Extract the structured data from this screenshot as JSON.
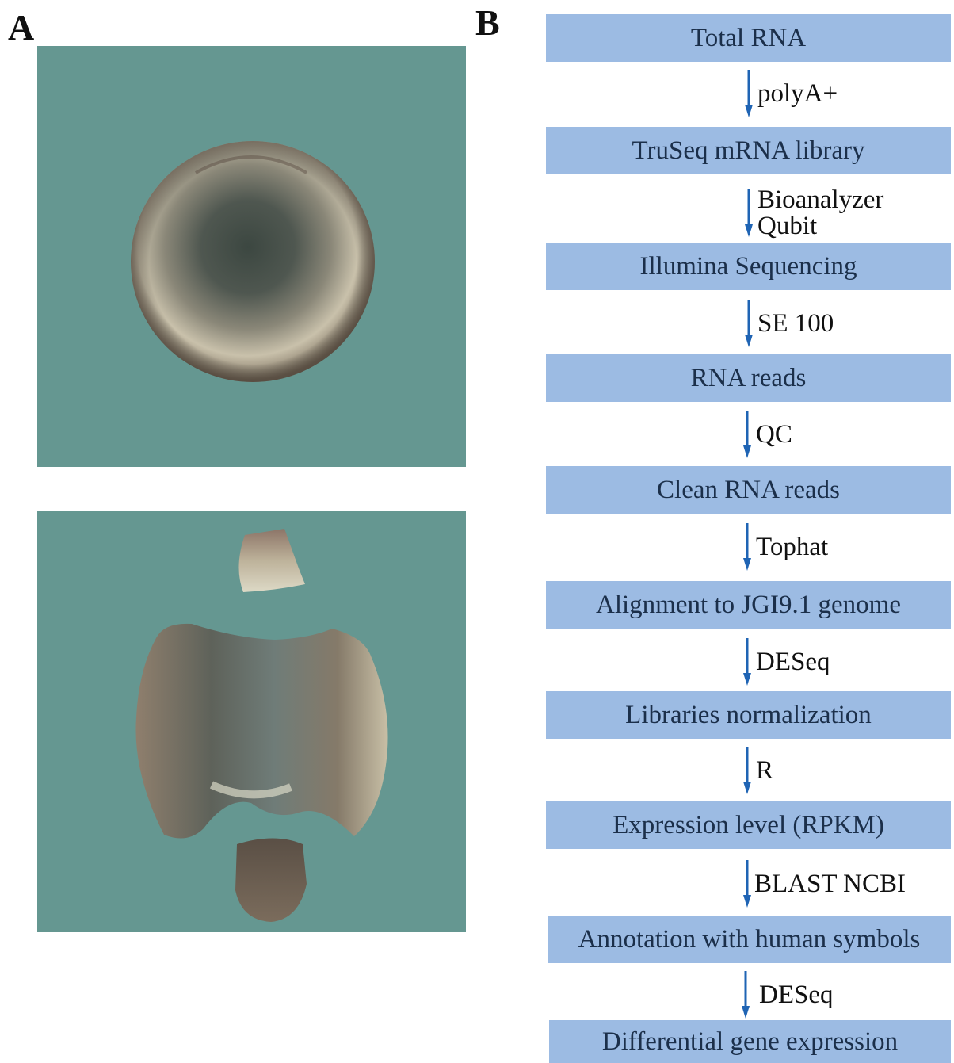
{
  "panels": {
    "a_label": "A",
    "b_label": "B"
  },
  "photos": {
    "background_color": "#659791"
  },
  "workflow": {
    "box_color": "#9cbbe3",
    "arrow_color": "#1f64b4",
    "boxes": [
      "Total RNA",
      "TruSeq mRNA library",
      "Illumina Sequencing",
      "RNA reads",
      "Clean RNA reads",
      "Alignment to JGI9.1 genome",
      "Libraries normalization",
      "Expression level (RPKM)",
      "Annotation with human symbols",
      "Differential gene expression"
    ],
    "steps": [
      {
        "line1": "polyA+"
      },
      {
        "line1": "Bioanalyzer",
        "line2": "Qubit"
      },
      {
        "line1": "SE 100"
      },
      {
        "line1": "QC"
      },
      {
        "line1": "Tophat"
      },
      {
        "line1": "DESeq"
      },
      {
        "line1": "R"
      },
      {
        "line1": "BLAST NCBI"
      },
      {
        "line1": "DESeq"
      }
    ]
  }
}
